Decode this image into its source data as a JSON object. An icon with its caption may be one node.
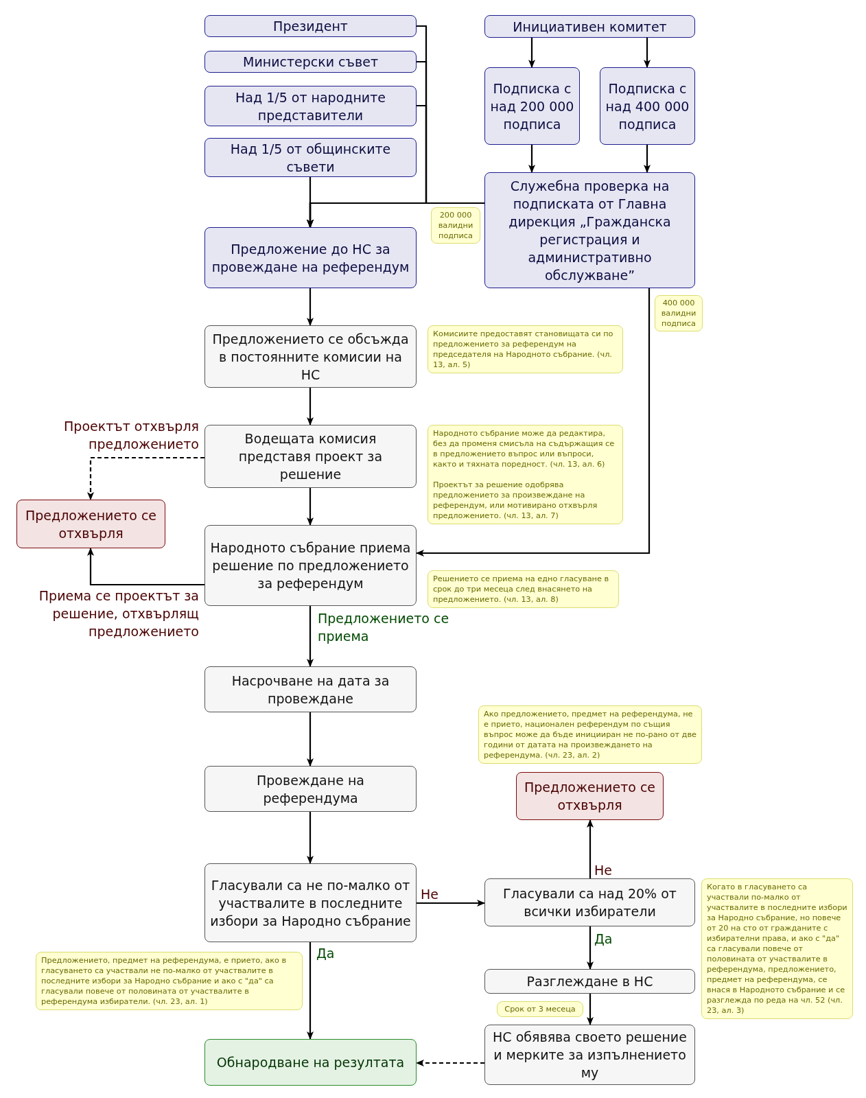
{
  "diagram": {
    "nodes": [
      {
        "text": [
          "Президент"
        ]
      },
      {
        "text": [
          "Министерски съвет"
        ]
      },
      {
        "text": [
          "Над 1/5 от народните представители"
        ]
      },
      {
        "text": [
          "Над 1/5 от общинските съвети"
        ]
      },
      {
        "text": [
          "Инициативен комитет"
        ]
      },
      {
        "text": [
          "Подписка с над 200 000 подписа"
        ]
      },
      {
        "text": [
          "Подписка с над 400 000 подписа"
        ]
      },
      {
        "text": [
          "Служебна проверка на подписката от Главна дирекция „Гражданска регистрация и административно обслужване”"
        ]
      },
      {
        "text": [
          "Предложение до НС за провеждане на референдум"
        ]
      },
      {
        "text": [
          "Предложението се обсъжда в постоянните комисии на НС"
        ]
      },
      {
        "text": [
          "Водещата комисия представя проект за решение"
        ]
      },
      {
        "text": [
          "Предложението се отхвърля"
        ]
      },
      {
        "text": [
          "Народното събрание приема решение по предложението за референдум"
        ]
      },
      {
        "text": [
          "Насрочване на дата за провеждане"
        ]
      },
      {
        "text": [
          "Провеждане на референдума"
        ]
      },
      {
        "text": [
          "Гласували са не по-малко от участвалите в последните избори за Народно събрание"
        ]
      },
      {
        "text": [
          "Предложението се отхвърля"
        ]
      },
      {
        "text": [
          "Гласували са над 20% от всички избиратели"
        ]
      },
      {
        "text": [
          "Разглеждане в НС"
        ]
      },
      {
        "text": [
          "НС обявява своето решение и мерките за изпълнението му"
        ]
      },
      {
        "text": [
          "Обнародване на резултата"
        ]
      }
    ],
    "edges": [
      {
        "from": 0,
        "to": 8,
        "arrow": "to"
      },
      {
        "from": 1,
        "to": 8,
        "arrow": "to"
      },
      {
        "from": 2,
        "to": 8,
        "arrow": "to"
      },
      {
        "from": 3,
        "to": 8,
        "arrow": "to"
      },
      {
        "from": 4,
        "to": 5,
        "arrow": "to"
      },
      {
        "from": 4,
        "to": 6,
        "arrow": "to"
      },
      {
        "from": 5,
        "to": 7,
        "arrow": "to"
      },
      {
        "from": 6,
        "to": 7,
        "arrow": "to"
      },
      {
        "from": 7,
        "to": 8,
        "arrow": "to",
        "label": "200 000 валидни подписа"
      },
      {
        "from": 8,
        "to": 9,
        "arrow": "to"
      },
      {
        "from": 9,
        "to": 10,
        "arrow": "to"
      },
      {
        "from": 10,
        "to": 11,
        "arrow": "to",
        "style": "dashed",
        "label": "Проектът отхвърля предложението"
      },
      {
        "from": 10,
        "to": 12,
        "arrow": "to"
      },
      {
        "from": 7,
        "to": 12,
        "arrow": "to",
        "label": "400 000 валидни подписа"
      },
      {
        "from": 12,
        "to": 11,
        "arrow": "to",
        "label": "Приема се проектът за решение, отхвърлящ предложението"
      },
      {
        "from": 12,
        "to": 13,
        "arrow": "to",
        "label": "Предложението се приема"
      },
      {
        "from": 13,
        "to": 14,
        "arrow": "to"
      },
      {
        "from": 14,
        "to": 15,
        "arrow": "to"
      },
      {
        "from": 15,
        "to": 17,
        "arrow": "to",
        "label": "Не"
      },
      {
        "from": 15,
        "to": 20,
        "arrow": "to",
        "label": "Да"
      },
      {
        "from": 17,
        "to": 16,
        "arrow": "to",
        "label": "Не"
      },
      {
        "from": 17,
        "to": 18,
        "arrow": "to",
        "label": "Да"
      },
      {
        "from": 18,
        "to": 19,
        "arrow": "to",
        "label": "Срок от 3 месеца"
      },
      {
        "from": 19,
        "to": 20,
        "arrow": "to",
        "style": "dashed"
      }
    ],
    "labels": [
      "Комисиите предоставят становищата си по предложението за референдум на председателя на Народното събрание. (чл. 13, ал. 5)",
      "Народното събрание може да редактира, без да променя смисъла на съдържащия се в предложението въпрос или въпроси, както и тяхната поредност. (чл. 13, ал. 6)",
      "Проектът за решение одобрява предложението за произвеждане на референдум, или мотивирано отхвърля предложението. (чл. 13, ал. 7)",
      "Решението се приема на едно гласуване в срок до три месеца след внасянето на предложението. (чл. 13, ал. 8)",
      "Ако предложението, предмет на референдума, не е прието, национален референдум по същия въпрос може да бъде иницииран не по-рано от две години от датата на произвеждането на референдума. (чл. 23, ал. 2)",
      "Когато в гласуването са участвали по-малко от участвалите в последните избори за Народно събрание, но повече от 20 на сто от гражданите с избирателни права, и ако с \"да\" са гласували повече от половината от участвалите в референдума, предложението, предмет на референдума, се внася в Народното събрание и се разглежда по реда на чл. 52 (чл. 23, ал. 3)",
      "Предложението, предмет на референдума, е прието, ако в гласуването са участвали не по-малко от участвалите в последните избори за Народно събрание и ако с \"да\" са гласували повече от половината от участвалите в референдума избиратели. (чл. 23, ал. 1)"
    ]
  }
}
